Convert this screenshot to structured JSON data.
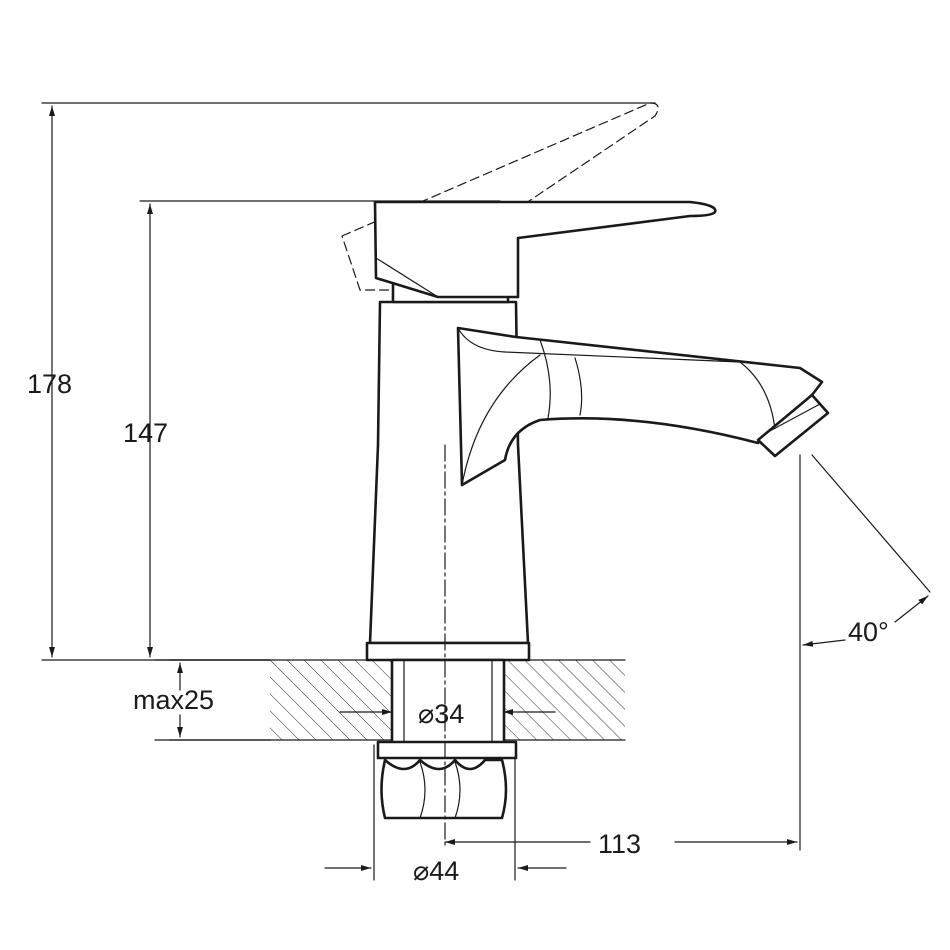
{
  "dimensions": {
    "total_height": "178",
    "body_height": "147",
    "max_counter_thickness": "max25",
    "thread_diameter": "⌀34",
    "base_diameter": "⌀44",
    "spout_reach": "113",
    "spout_angle": "40°"
  },
  "icons": {
    "arrow": "arrow-icon",
    "hatch": "hatch-pattern"
  },
  "colors": {
    "line": "#1a1a1a",
    "background": "#ffffff"
  }
}
